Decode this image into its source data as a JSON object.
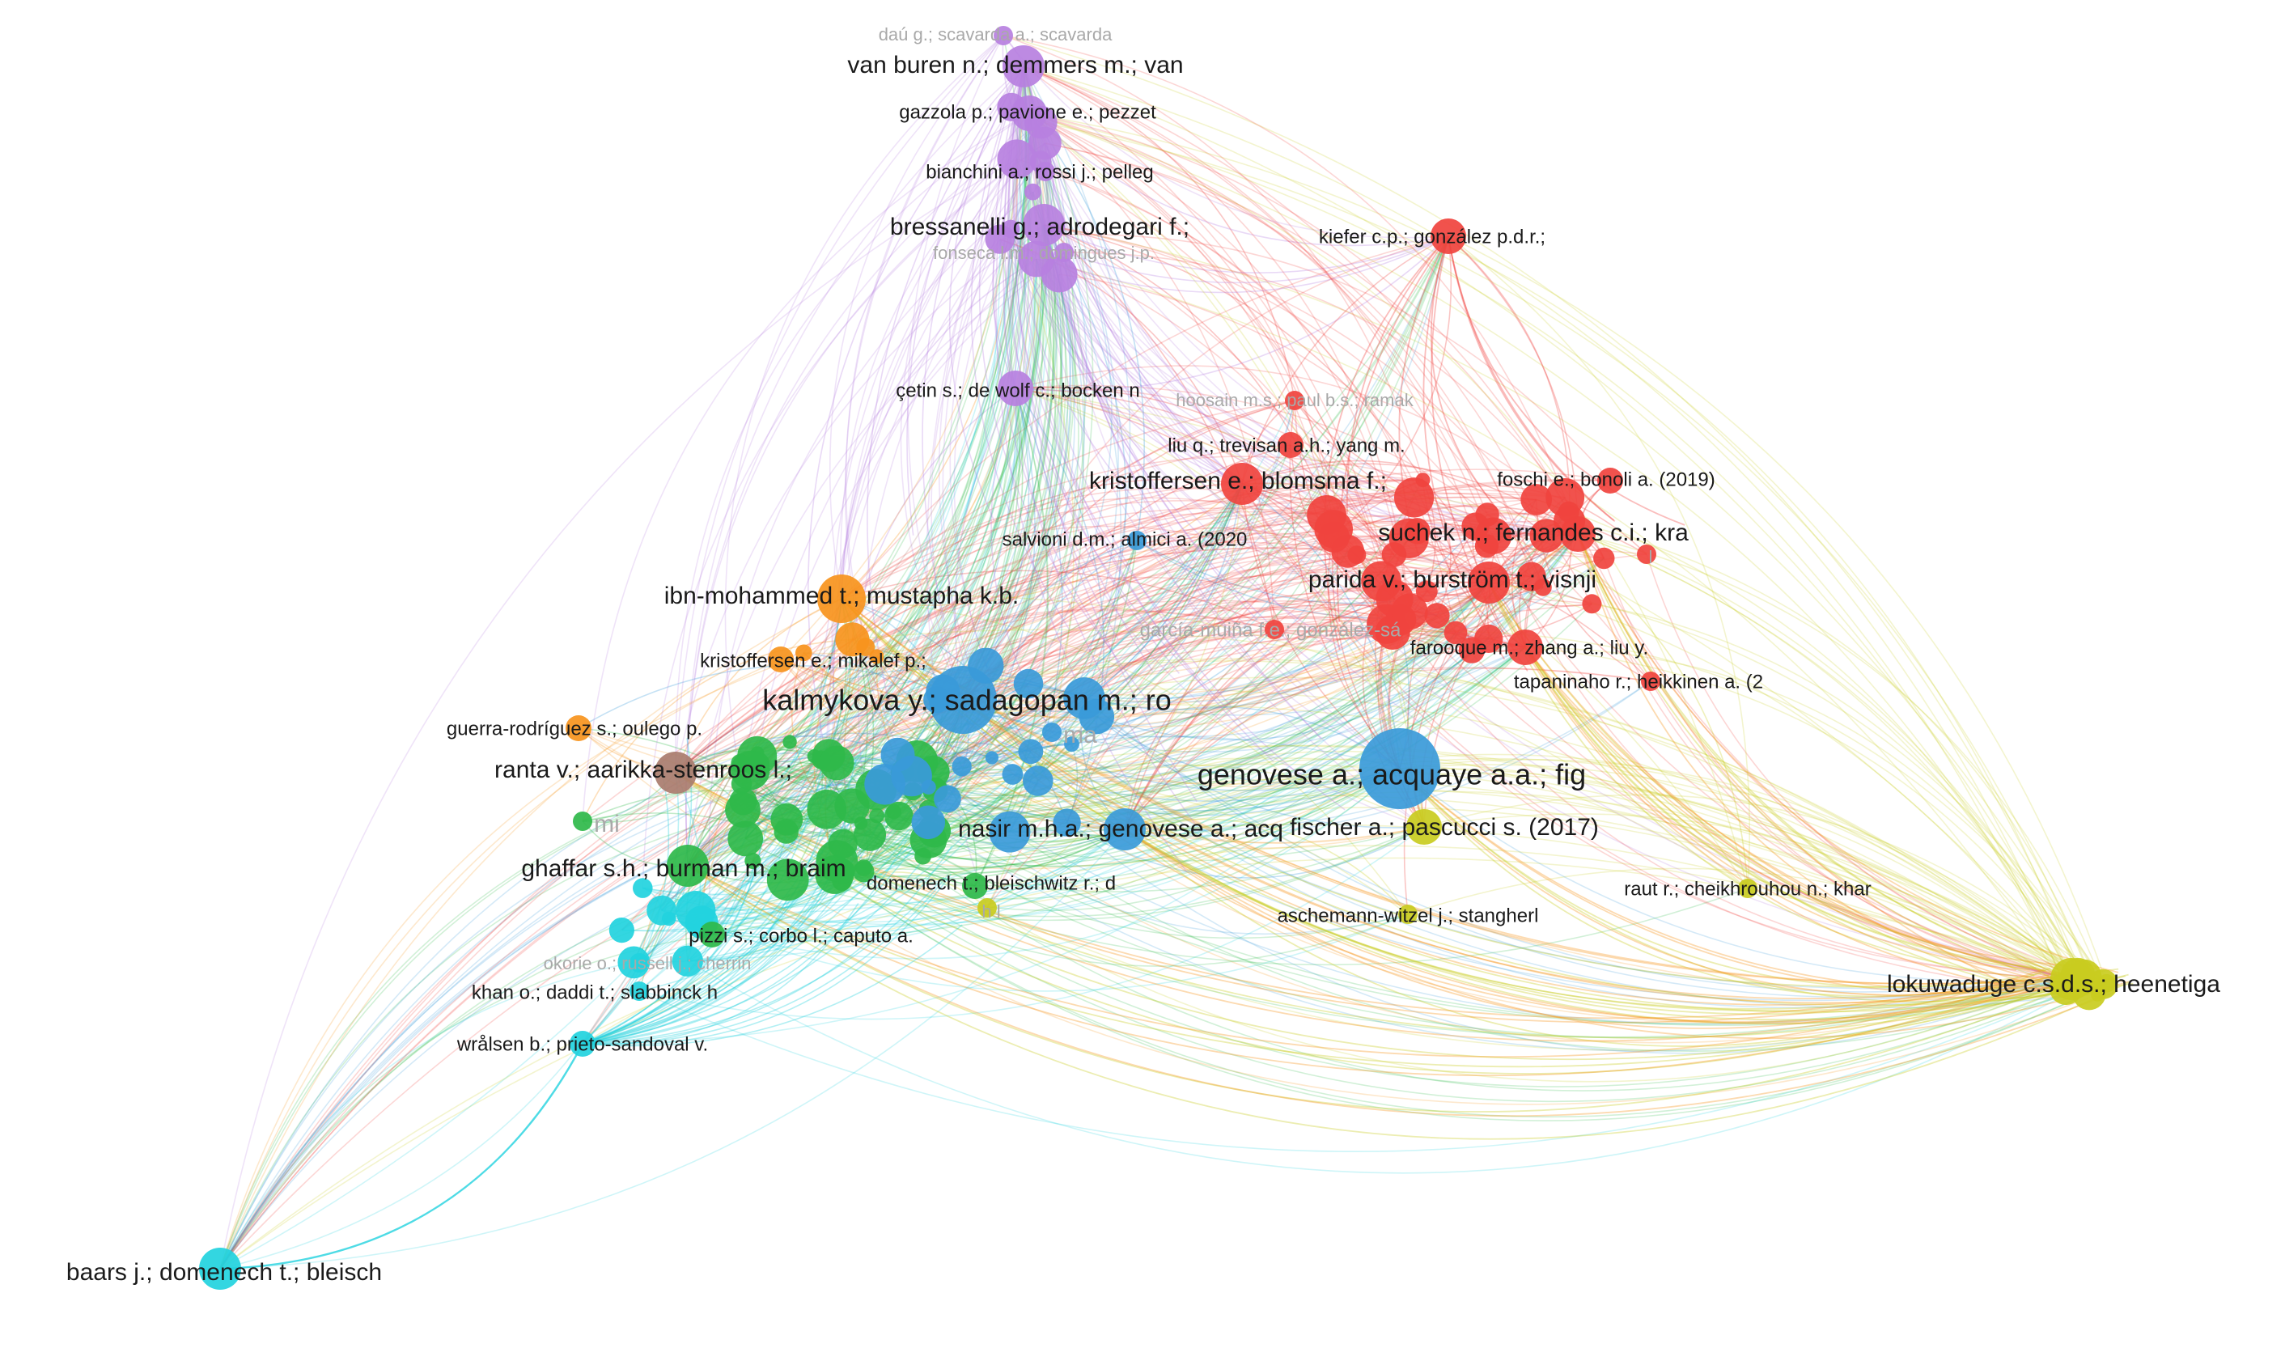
{
  "clusters": {
    "red": "#f0433e",
    "green": "#2fb94a",
    "blue": "#3a9ad9",
    "yellow": "#c9cc1f",
    "purple": "#b780e0",
    "cyan": "#22d2de",
    "orange": "#f7941d",
    "brown": "#a97c6e"
  },
  "nodes": [
    {
      "id": "dau",
      "label": "daú g.; scavarda a.; scavarda",
      "cluster": "purple",
      "weight": 1,
      "faded": true,
      "label_size": 1
    },
    {
      "id": "vanburen",
      "label": "van buren n.; demmers m.; van",
      "cluster": "purple",
      "weight": 4,
      "label_size": 3
    },
    {
      "id": "gazzola",
      "label": "gazzola p.; pavione e.; pezzet",
      "cluster": "purple",
      "weight": 3,
      "label_size": 2
    },
    {
      "id": "bianchini",
      "label": "bianchini a.; rossi j.; pelleg",
      "cluster": "purple",
      "weight": 1,
      "label_size": 2
    },
    {
      "id": "bressanelli",
      "label": "bressanelli g.; adrodegari f.;",
      "cluster": "purple",
      "weight": 4,
      "label_size": 3
    },
    {
      "id": "fonseca",
      "label": "fonseca l.m.; domingues j.p.",
      "cluster": "purple",
      "weight": 1,
      "faded": true,
      "label_size": 1
    },
    {
      "id": "cetin",
      "label": "çetin s.; de wolf c.; bocken n",
      "cluster": "purple",
      "weight": 3,
      "label_size": 2
    },
    {
      "id": "kiefer",
      "label": "kiefer c.p.; gonzález p.d.r.;",
      "cluster": "red",
      "weight": 3,
      "label_size": 2
    },
    {
      "id": "hoosain",
      "label": "hoosain m.s.; paul b.s.; ramak",
      "cluster": "red",
      "weight": 1,
      "faded": true,
      "label_size": 1
    },
    {
      "id": "liuq",
      "label": "liu q.; trevisan a.h.; yang m.",
      "cluster": "red",
      "weight": 2,
      "label_size": 2
    },
    {
      "id": "kristoffersen",
      "label": "kristoffersen e.; blomsma f.;",
      "cluster": "red",
      "weight": 4,
      "label_size": 3
    },
    {
      "id": "foschi",
      "label": "foschi e.; bonoli a. (2019)",
      "cluster": "red",
      "weight": 2,
      "label_size": 2
    },
    {
      "id": "suchek",
      "label": "suchek n.; fernandes c.i.; kra",
      "cluster": "red",
      "weight": 3,
      "label_size": 3
    },
    {
      "id": "parida",
      "label": "parida v.; burström t.; visnji",
      "cluster": "red",
      "weight": 4,
      "label_size": 3
    },
    {
      "id": "garcia",
      "label": "garcía-muiña f.e.; gonzález-sá",
      "cluster": "red",
      "weight": 1,
      "faded": true,
      "label_size": 2
    },
    {
      "id": "farooque",
      "label": "farooque m.; zhang a.; liu y.",
      "cluster": "red",
      "weight": 3,
      "label_size": 2
    },
    {
      "id": "tapaninaho",
      "label": "tapaninaho r.; heikkinen a. (2",
      "cluster": "red",
      "weight": 1,
      "label_size": 2
    },
    {
      "id": "salvioni",
      "label": "salvioni d.m.; almici a. (2020",
      "cluster": "blue",
      "weight": 1,
      "label_size": 2
    },
    {
      "id": "ibn",
      "label": "ibn-mohammed t.; mustapha k.b.",
      "cluster": "orange",
      "weight": 5,
      "label_size": 3
    },
    {
      "id": "kristoffersen2",
      "label": "kristoffersen e.; mikalef p.;",
      "cluster": "orange",
      "weight": 2,
      "label_size": 2
    },
    {
      "id": "kalmykova",
      "label": "kalmykova y.; sadagopan m.; ro",
      "cluster": "blue",
      "weight": 6,
      "label_size": 4
    },
    {
      "id": "guerra",
      "label": "guerra-rodríguez s.; oulego p.",
      "cluster": "orange",
      "weight": 2,
      "label_size": 2
    },
    {
      "id": "ranta",
      "label": "ranta v.; aarikka-stenroos l.;",
      "cluster": "brown",
      "weight": 4,
      "label_size": 3
    },
    {
      "id": "genovese",
      "label": "genovese a.; acquaye a.a.; fig",
      "cluster": "blue",
      "weight": 7,
      "label_size": 4
    },
    {
      "id": "nasir",
      "label": "nasir m.h.a.; genovese a.; acq",
      "cluster": "blue",
      "weight": 4,
      "label_size": 3
    },
    {
      "id": "fischer",
      "label": "fischer a.; pascucci s. (2017)",
      "cluster": "yellow",
      "weight": 3,
      "label_size": 3
    },
    {
      "id": "ghaffar",
      "label": "ghaffar s.h.; burman m.; braim",
      "cluster": "green",
      "weight": 4,
      "label_size": 3
    },
    {
      "id": "domenech",
      "label": "domenech t.; bleischwitz r.; d",
      "cluster": "green",
      "weight": 2,
      "label_size": 2
    },
    {
      "id": "raut",
      "label": "raut r.; cheikhrouhou n.; khar",
      "cluster": "yellow",
      "weight": 1,
      "label_size": 2
    },
    {
      "id": "aschemann",
      "label": "aschemann-witzel j.; stangherl",
      "cluster": "yellow",
      "weight": 1,
      "label_size": 2
    },
    {
      "id": "pizzi",
      "label": "pizzi s.; corbo l.; caputo a.",
      "cluster": "green",
      "weight": 2,
      "label_size": 2
    },
    {
      "id": "okorie",
      "label": "okorie o.; russell j.; cherrin",
      "cluster": "cyan",
      "weight": 1,
      "faded": true,
      "label_size": 1
    },
    {
      "id": "khan",
      "label": "khan o.; daddi t.; slabbinck h",
      "cluster": "cyan",
      "weight": 1,
      "label_size": 2
    },
    {
      "id": "lokuwaduge",
      "label": "lokuwaduge c.s.d.s.; heenetiga",
      "cluster": "yellow",
      "weight": 4,
      "label_size": 3
    },
    {
      "id": "wralsen",
      "label": "wrålsen b.; prieto-sandoval v.",
      "cluster": "cyan",
      "weight": 2,
      "label_size": 2
    },
    {
      "id": "baars",
      "label": "baars j.; domenech t.; bleisch",
      "cluster": "cyan",
      "weight": 4,
      "label_size": 3
    },
    {
      "id": "mi",
      "label": "mi",
      "cluster": "green",
      "weight": 1,
      "faded": true,
      "label_size": 3
    },
    {
      "id": "ma",
      "label": "ma",
      "cluster": "blue",
      "weight": 1,
      "faded": true,
      "label_size": 3
    },
    {
      "id": "hl",
      "label": "h l",
      "cluster": "yellow",
      "weight": 1,
      "faded": true,
      "label_size": 1
    },
    {
      "id": "iblank",
      "label": "l",
      "cluster": "red",
      "weight": 1,
      "faded": true,
      "label_size": 1
    }
  ]
}
